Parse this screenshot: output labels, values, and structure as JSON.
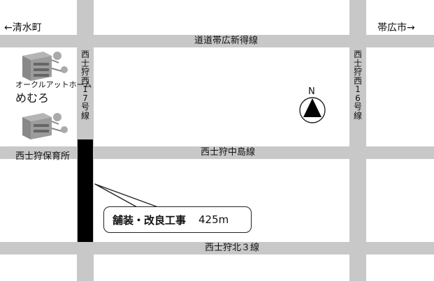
{
  "roads": {
    "top_horizontal": "道道帯広新得線",
    "middle_horizontal": "西士狩中島線",
    "bottom_horizontal": "西士狩北３線",
    "left_vertical": "西士狩西17号線",
    "right_vertical": "西士狩西16号線"
  },
  "directions": {
    "left": "←清水町",
    "right": "帯広市→"
  },
  "compass": {
    "label": "N"
  },
  "facilities": [
    {
      "label_line1": "オークルアットホーム",
      "label_line2": "めむろ",
      "icon": "building-icon"
    },
    {
      "label_line1": "西士狩保育所",
      "icon": "building-icon"
    }
  ],
  "work": {
    "description": "舗装・改良工事",
    "length": "425m"
  },
  "colors": {
    "road": "#c8c8c8",
    "work_section": "#000000"
  }
}
